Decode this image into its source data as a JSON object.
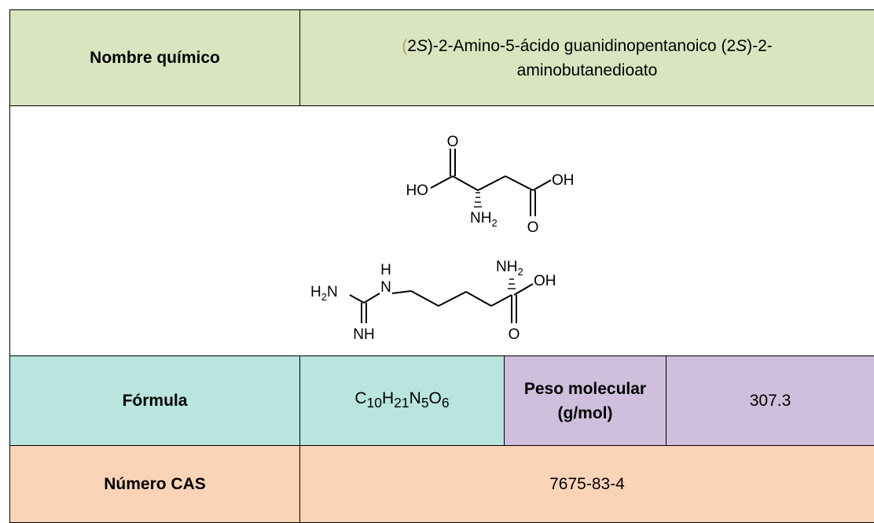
{
  "table": {
    "row_name": {
      "label": "Nombre químico",
      "value": {
        "open_paren": "(",
        "locant": "2",
        "stereo": "S",
        "part1": ")-2-Amino-5-ácido guanidinopentanoico (2",
        "stereo2": "S",
        "part2": ")-2-",
        "line2": "aminobutanedioato"
      }
    },
    "row_structure": {
      "atoms": {
        "o_top": "O",
        "ho": "HO",
        "oh_upper": "OH",
        "nh_upper": "NH",
        "sub2_upper": "2",
        "o_upper_bottom": "O",
        "nh_lower": "NH",
        "sub2_lower": "2",
        "oh_lower": "OH",
        "o_lower_bottom": "O",
        "h2n_h": "H",
        "h2n_2": "2",
        "h2n_n": "N",
        "nh_h_above": "H",
        "nh_n": "N",
        "imine_nh": "NH"
      }
    },
    "row_formula": {
      "label": "Fórmula",
      "formula": {
        "c": "C",
        "c_n": "10",
        "h": "H",
        "h_n": "21",
        "n": "N",
        "n_n": "5",
        "o": "O",
        "o_n": "6"
      },
      "mw_label_line1": "Peso molecular",
      "mw_label_line2": "(g/mol)",
      "mw_value": "307.3"
    },
    "row_cas": {
      "label": "Número CAS",
      "value": "7675-83-4"
    }
  },
  "colors": {
    "name_row": "#d9e5bf",
    "formula_cells": "#b8e5dd",
    "mw_cells": "#cfbfdc",
    "cas_row": "#fbd4b7",
    "accent_text": "#b0a07a"
  }
}
